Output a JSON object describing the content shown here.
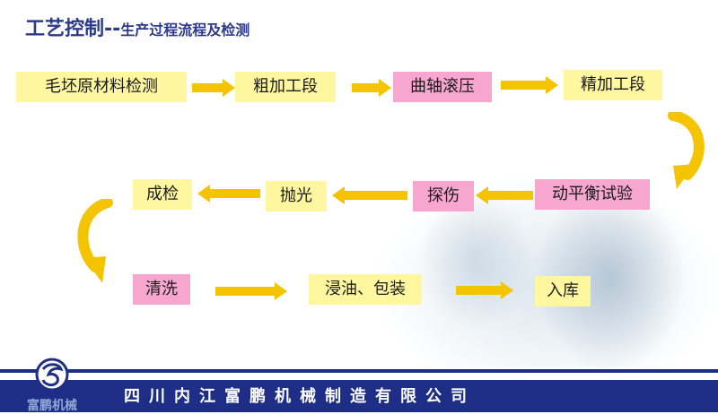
{
  "title": {
    "main": "工艺控制--",
    "sub": "生产过程流程及检测"
  },
  "steps": [
    {
      "label": "毛坯原材料检测",
      "color": "yellow"
    },
    {
      "label": "粗加工段",
      "color": "yellow"
    },
    {
      "label": "曲轴滚压",
      "color": "pink"
    },
    {
      "label": "精加工段",
      "color": "yellow"
    },
    {
      "label": "动平衡试验",
      "color": "pink"
    },
    {
      "label": "探伤",
      "color": "pink"
    },
    {
      "label": "抛光",
      "color": "yellow"
    },
    {
      "label": "成检",
      "color": "yellow"
    },
    {
      "label": "清洗",
      "color": "pink"
    },
    {
      "label": "浸油、包装",
      "color": "yellow"
    },
    {
      "label": "入库",
      "color": "yellow"
    }
  ],
  "colors": {
    "title": "#2b3a8c",
    "arrow": "#f5c400",
    "yellow_box": "#fff7a0",
    "pink_box": "#f7a6cf",
    "footer": "#1e2e86"
  },
  "footer": {
    "company": "四川内江富鹏机械制造有限公司"
  },
  "logo": {
    "brand_text": "富鹏机械",
    "icon": "company-logo-icon"
  }
}
